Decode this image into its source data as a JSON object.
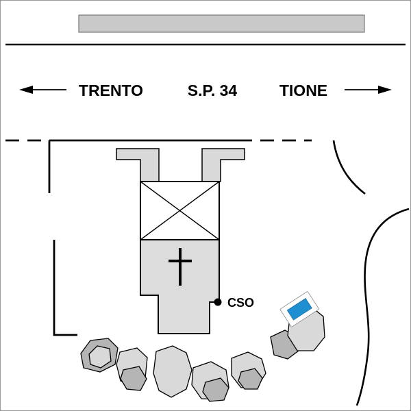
{
  "signpost": {
    "destination_left": "TRENTO",
    "road_name": "S.P. 34",
    "destination_right": "TIONE"
  },
  "station": {
    "label": "CSO"
  },
  "icons": {
    "left_arrow": "arrow-left",
    "right_arrow": "arrow-right",
    "cross": "latin-cross",
    "station_dot": "filled-circle"
  },
  "colors": {
    "frame_gray": "#9a9a9a",
    "top_bar_fill": "#c9c9c9",
    "top_bar_stroke": "#777777",
    "building_fill": "#dcdcdc",
    "path_fill": "#d9d9d9",
    "rock_light": "#d9d9d9",
    "rock_medium": "#b5b5b5",
    "marker_blue": "#1e8fd0",
    "marker_frame": "#ffffff",
    "line_black": "#000000"
  }
}
